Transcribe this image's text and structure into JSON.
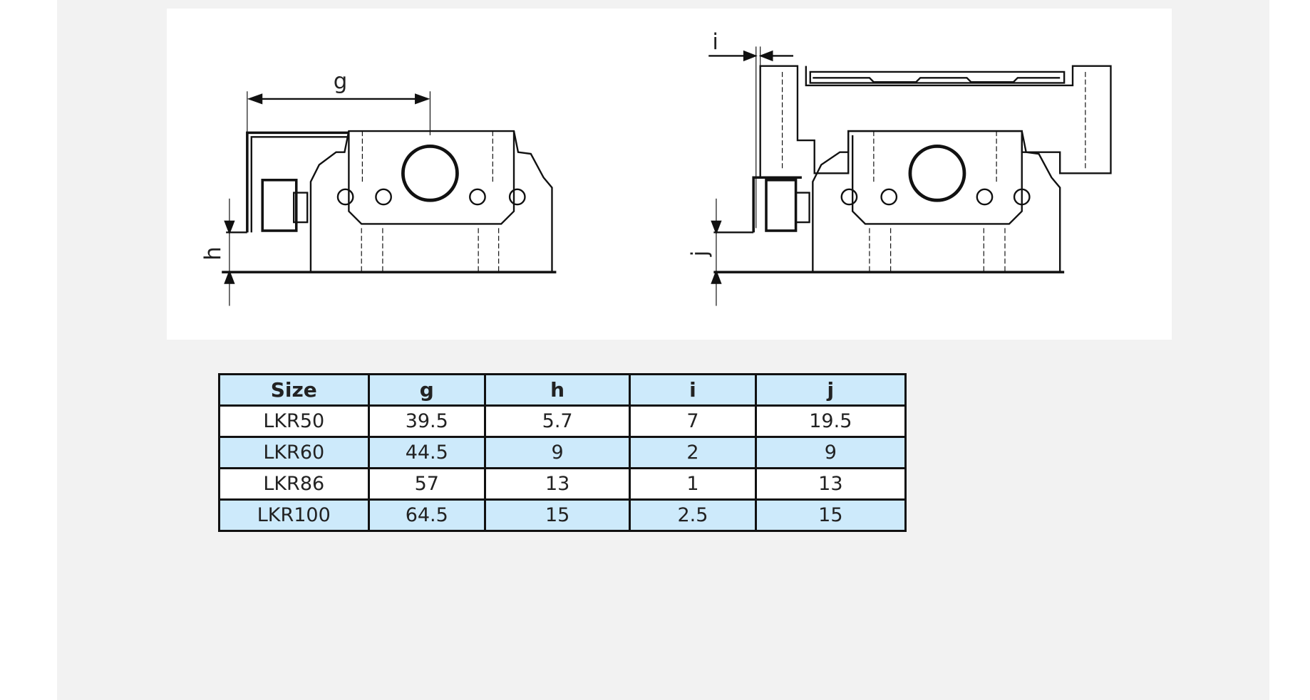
{
  "figure": {
    "left_diagram": {
      "dimension_labels": [
        "g",
        "h"
      ]
    },
    "right_diagram": {
      "dimension_labels": [
        "i",
        "j"
      ]
    }
  },
  "table": {
    "headers": [
      "Size",
      "g",
      "h",
      "i",
      "j"
    ],
    "rows": [
      [
        "LKR50",
        "39.5",
        "5.7",
        "7",
        "19.5"
      ],
      [
        "LKR60",
        "44.5",
        "9",
        "2",
        "9"
      ],
      [
        "LKR86",
        "57",
        "13",
        "1",
        "13"
      ],
      [
        "LKR100",
        "64.5",
        "15",
        "2.5",
        "15"
      ]
    ],
    "header_color": "#cdeafb"
  }
}
